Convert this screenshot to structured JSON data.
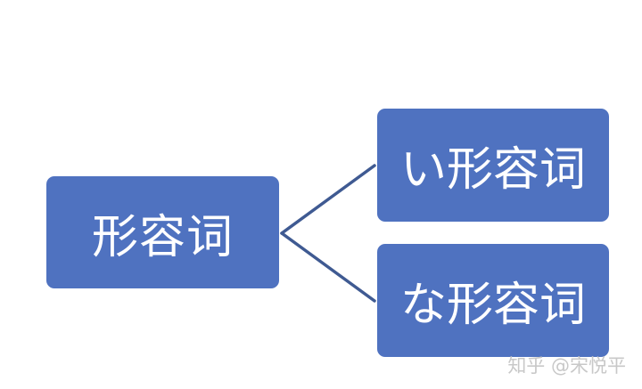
{
  "diagram": {
    "root": {
      "label": "形容词"
    },
    "children": [
      {
        "label": "い形容词"
      },
      {
        "label": "な形容词"
      }
    ]
  },
  "watermark": {
    "text": "知乎 @宋悦平"
  },
  "colors": {
    "node_fill": "#4f72c0",
    "connector": "#3f5a92",
    "node_text": "#ffffff",
    "watermark": "#c8c8c8"
  }
}
